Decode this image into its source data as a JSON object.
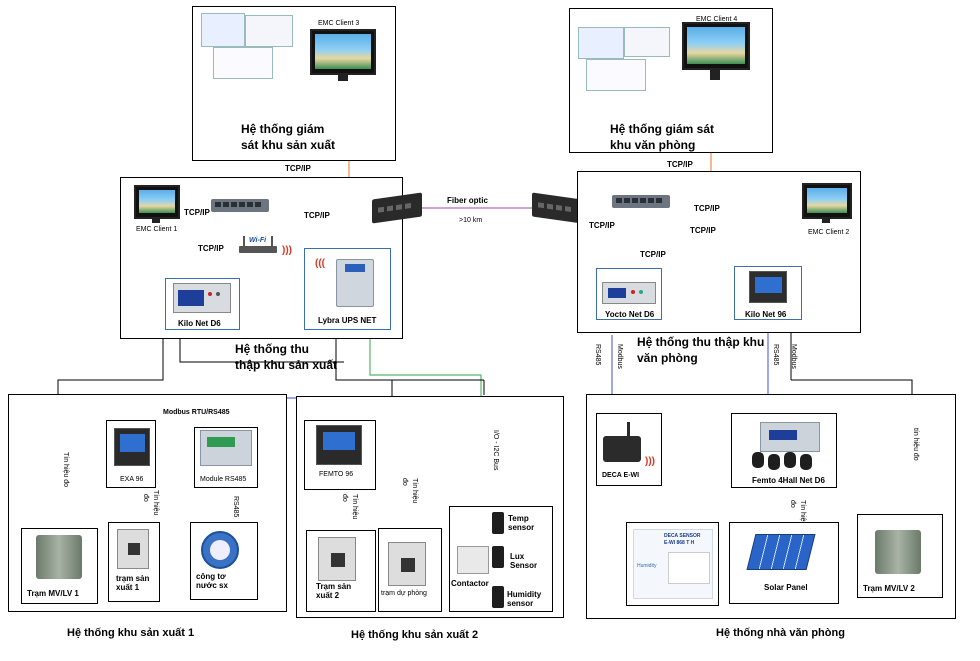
{
  "titles": {
    "monitor_prod": "Hệ thống giám sát khu sản xuất",
    "monitor_prod_l1": "Hệ thống giám",
    "monitor_prod_l2": "sát khu sản xuất",
    "monitor_office_l1": "Hệ thống giám sát",
    "monitor_office_l2": "khu văn phòng",
    "collect_prod_l1": "Hệ thống thu",
    "collect_prod_l2": "thập khu sản xuất",
    "collect_office_l1": "Hệ thống thu thập khu",
    "collect_office_l2": "văn phòng",
    "zone1": "Hệ thống khu sản xuất 1",
    "zone2": "Hệ thống khu sản xuất 2",
    "zone3": "Hệ thống nhà văn phòng"
  },
  "clients": {
    "c1": "EMC Client 1",
    "c2": "EMC Client 2",
    "c3": "EMC Client 3",
    "c4": "EMC Client 4"
  },
  "links": {
    "tcpip": "TCP/IP",
    "fiber": "Fiber optic",
    "distance": ">10 km",
    "modbus_rtu": "Modbus RTU/RS485",
    "io_bus": "I/O - I2C Bus",
    "modbus": "Modbus",
    "rs485": "RS485",
    "tin_hieu_do": "Tín hiệu đo",
    "tin_hieu": "Tín hiệu",
    "do": "đo",
    "tin_hieu_do_lower": "tín hiệu đo",
    "wifi": "Wi-Fi"
  },
  "devices": {
    "kilo_net": "Kilo Net D6",
    "lybra": "Lybra UPS NET",
    "yocto": "Yocto Net D6",
    "kilo96": "Kilo Net 96",
    "exa96": "EXA 96",
    "module_rs485": "Module RS485",
    "femto96": "FEMTO 96",
    "deca": "DECA E-WI",
    "femto4hall": "Femto 4Hall Net D6",
    "tram_mvlv1": "Trạm MV/LV 1",
    "tram_sx1_l1": "trạm sản",
    "tram_sx1_l2": "xuất 1",
    "cong_to_l1": "công tơ",
    "cong_to_l2": "nước sx",
    "tram_sx2_l1": "Trạm sản",
    "tram_sx2_l2": "xuất 2",
    "tram_du_phong": "trạm dự phòng",
    "temp_l1": "Temp",
    "temp_l2": "sensor",
    "lux_l1": "Lux",
    "lux_l2": "Sensor",
    "hum_l1": "Humidity",
    "hum_l2": "sensor",
    "contactor": "Contactor",
    "solar": "Solar Panel",
    "tram_mvlv2": "Trạm MV/LV 2",
    "deca_sensor": "DECA SENSOR",
    "deca_model": "E-WI 868 T H",
    "humidity_label": "Humidity"
  },
  "colors": {
    "tcp_line": "#f28a4a",
    "fiber_line": "#b46cc0",
    "rs485_line": "#5b6fd6",
    "io_line": "#53b86a",
    "signal_line": "#000000"
  }
}
